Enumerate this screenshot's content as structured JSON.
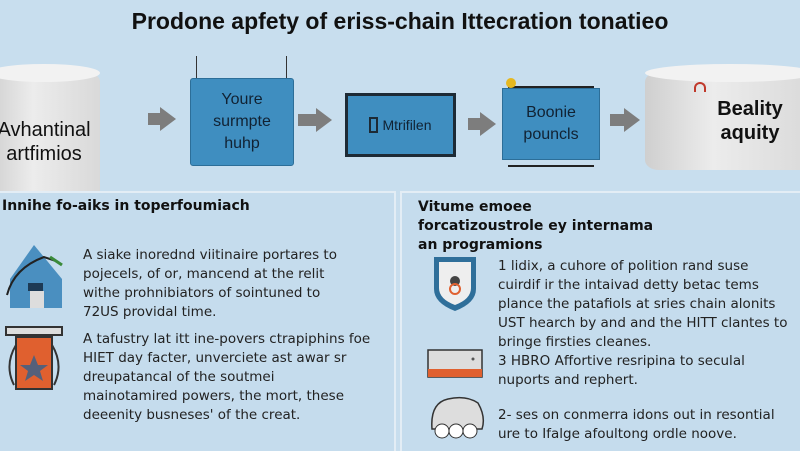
{
  "title": "Prodone apfety of eriss-chain Ittecration tonatieo",
  "flow": [
    {
      "label": "Avhantinal artfimios"
    },
    {
      "label": "Youre surmpte huhp"
    },
    {
      "label": "Mtrifilen"
    },
    {
      "label": "Boonie pouncls"
    },
    {
      "label": "Beality aquity"
    }
  ],
  "left_panel": {
    "heading": "Innihe fo-aiks in toperfoumiach",
    "items": [
      {
        "icon": "house-icon",
        "text": "A siake inorednd viitinaire portares to pojecels, of or, mancend at the relit withe prohnibiators of sointuned to 72US providal time."
      },
      {
        "icon": "shield-bucket-icon",
        "text": "A tafustry lat itt ine-povers ctrapiphins foe HIET day facter, unverciete ast awar sr dreupatancal of the soutmei mainotamired powers, the mort, these deeenity busneses' of the creat."
      }
    ]
  },
  "right_panel": {
    "heading": "Vitume emoee forcatizoustrole ey internama an programions",
    "items": [
      {
        "icon": "shield-icon",
        "text": "1 lidix, a cuhore of polition rand suse cuirdif ir the intaivad detty betac tems plance the patafiols at sries chain alonits UST hearch by and and the HITT clantes to bringe firsties cleanes."
      },
      {
        "icon": "card-icon",
        "text": "3 HBRO Affortive resripina to seculal nuports and rephert."
      },
      {
        "icon": "cloud-stack-icon",
        "text": "2- ses on conmerra idons out in resontial ure to Ifalge afoultong ordle noove."
      }
    ]
  },
  "colors": {
    "background": "#c8deee",
    "box_blue": "#3f8ec0",
    "arrow": "#7d7d7d",
    "accent_orange": "#e0602f"
  }
}
